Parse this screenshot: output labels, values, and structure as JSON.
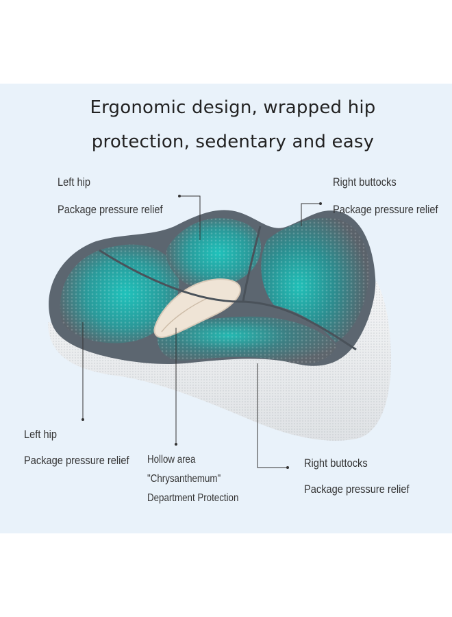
{
  "headline": {
    "line1": "Ergonomic design, wrapped hip",
    "line2": "protection, sedentary and easy"
  },
  "callouts": {
    "left_hip_top": {
      "title": "Left hip",
      "desc": "Package pressure relief"
    },
    "right_buttocks_top": {
      "title": "Right buttocks",
      "desc": "Package pressure relief"
    },
    "left_hip_bottom": {
      "title": "Left hip",
      "desc": "Package pressure relief"
    },
    "hollow_area": {
      "line1": "Hollow area",
      "line2": "\"Chrysanthemum\"",
      "line3": "Department Protection"
    },
    "right_buttocks_bottom": {
      "title": "Right buttocks",
      "desc": "Package pressure relief"
    }
  },
  "colors": {
    "panel_bg": "#e9f2fa",
    "gel_teal": "#1fb5b0",
    "gel_gray": "#5c6670",
    "foam": "#eef0f2"
  }
}
